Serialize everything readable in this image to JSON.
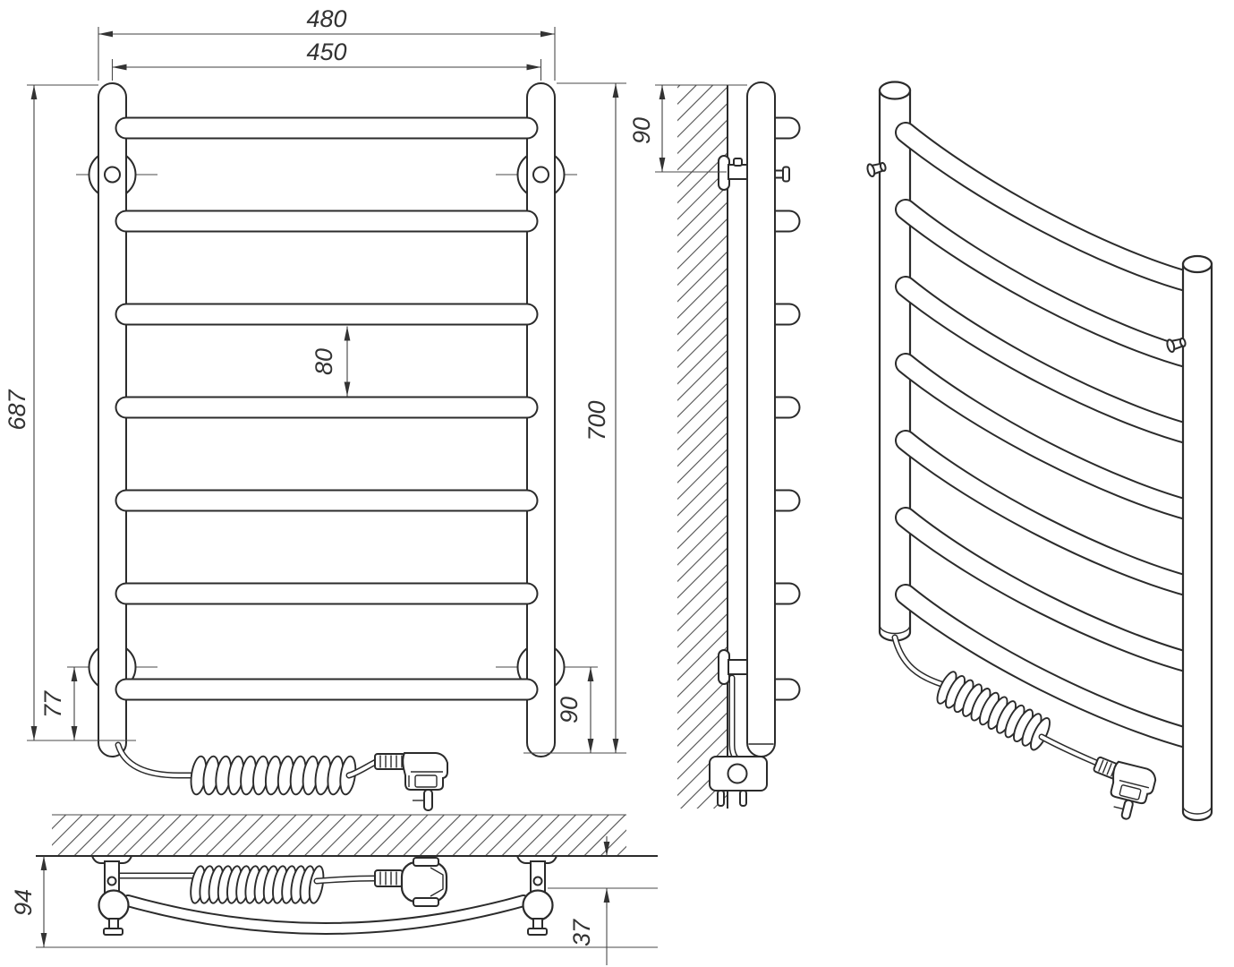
{
  "dimensions": {
    "front": {
      "overall_width": "480",
      "mounting_width": "450",
      "height_left": "687",
      "bottom_bracket_offset_left": "77",
      "rung_gap": "80",
      "overall_height": "700",
      "bottom_bracket_offset_right": "90"
    },
    "side": {
      "top_bracket_offset": "90"
    },
    "top": {
      "depth_overall": "94",
      "wall_clearance": "37"
    }
  }
}
